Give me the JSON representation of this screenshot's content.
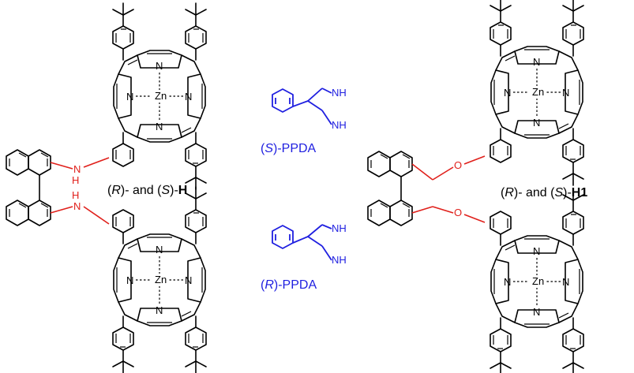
{
  "atoms": {
    "zn": "Zn",
    "n": "N",
    "nh": "N",
    "h": "H",
    "o": "O",
    "nh2": "NH"
  },
  "labels": {
    "compound_h": {
      "open1": "(",
      "r": "R",
      "mid": ")- and (",
      "s": "S",
      "close": ")-",
      "name": "H"
    },
    "compound_h1": {
      "open1": "(",
      "r": "R",
      "mid": ")- and (",
      "s": "S",
      "close": ")-",
      "name": "H1"
    },
    "s_ppda": {
      "open": "(",
      "config": "S",
      "close": ")-PPDA"
    },
    "r_ppda": {
      "open": "(",
      "config": "R",
      "close": ")-PPDA"
    }
  },
  "colors": {
    "linker_red": "#e0201b",
    "ppda_blue": "#1f1fe0",
    "bond_black": "#000000"
  }
}
